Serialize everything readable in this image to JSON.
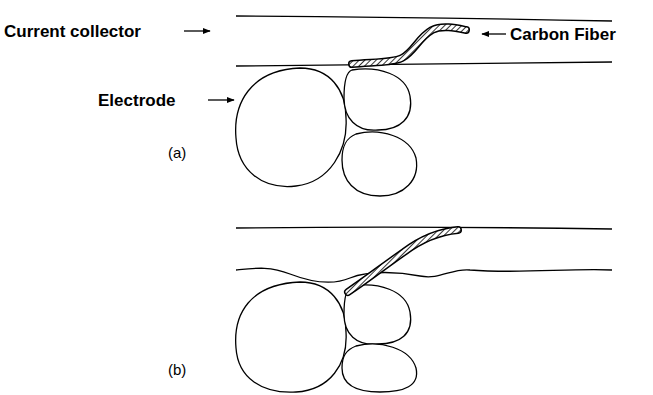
{
  "diagram": {
    "labels": [
      "Current collector",
      "Carbon Fiber",
      "Electrode",
      "(a)",
      "(b)"
    ]
  }
}
